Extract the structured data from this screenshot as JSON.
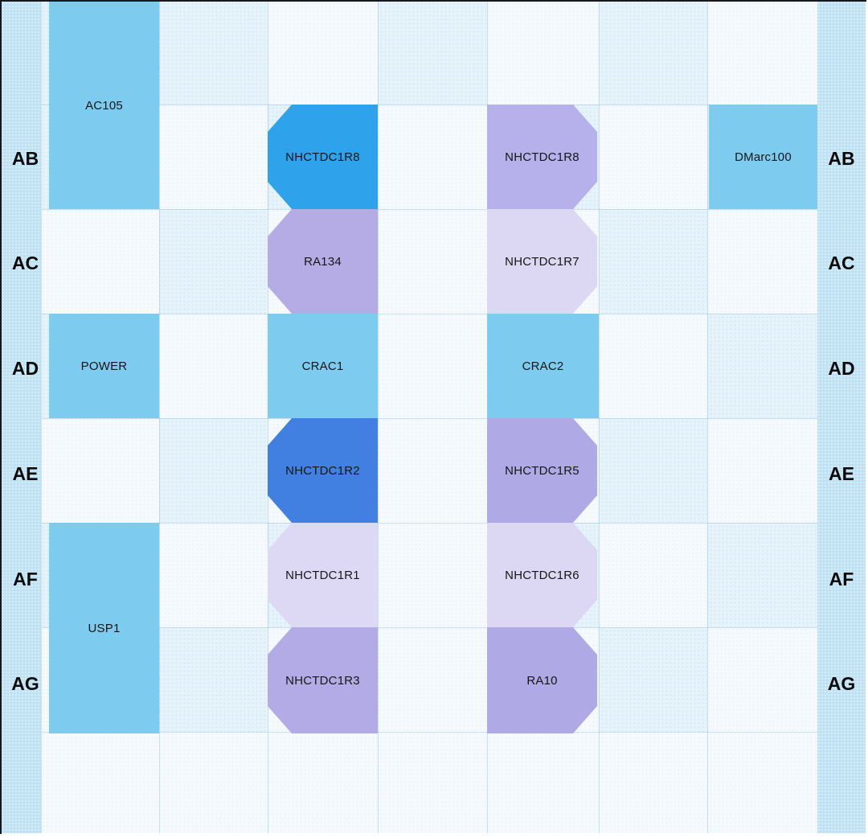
{
  "board": {
    "row_labels": [
      "AB",
      "AC",
      "AD",
      "AE",
      "AF",
      "AG"
    ],
    "tiles": [
      {
        "label": "AC105",
        "color": "#7DCBEE"
      },
      {
        "label": "NHCTDC1R8",
        "color": "#2EA3EC"
      },
      {
        "label": "NHCTDC1R8",
        "color": "#B6B1EA"
      },
      {
        "label": "DMarc100",
        "color": "#7DCBEE"
      },
      {
        "label": "RA134",
        "color": "#B5ACE6"
      },
      {
        "label": "NHCTDC1R7",
        "color": "#DCD7F3"
      },
      {
        "label": "POWER",
        "color": "#7DCBEE"
      },
      {
        "label": "CRAC1",
        "color": "#7DCBEE"
      },
      {
        "label": "CRAC2",
        "color": "#7DCBEE"
      },
      {
        "label": "NHCTDC1R2",
        "color": "#4180E1"
      },
      {
        "label": "NHCTDC1R5",
        "color": "#AFA9E6"
      },
      {
        "label": "USP1",
        "color": "#7DCBEE"
      },
      {
        "label": "NHCTDC1R1",
        "color": "#DDD9F4"
      },
      {
        "label": "NHCTDC1R6",
        "color": "#DCD8F4"
      },
      {
        "label": "NHCTDC1R3",
        "color": "#B2ABE6"
      },
      {
        "label": "RA10",
        "color": "#AFA9E5"
      }
    ],
    "palette": {
      "equipment_blue": "#7DCBEE",
      "rack_bright_blue": "#2EA3EC",
      "rack_strong_blue": "#4180E1",
      "rack_purple": "#B3ACE6",
      "rack_light_purple": "#DCD8F4",
      "sidebar_blue": "#BEE2F3",
      "floor_light_blue": "#E7F3FA",
      "floor_white": "#F6FAFD",
      "frame_dark": "#15181c"
    }
  }
}
